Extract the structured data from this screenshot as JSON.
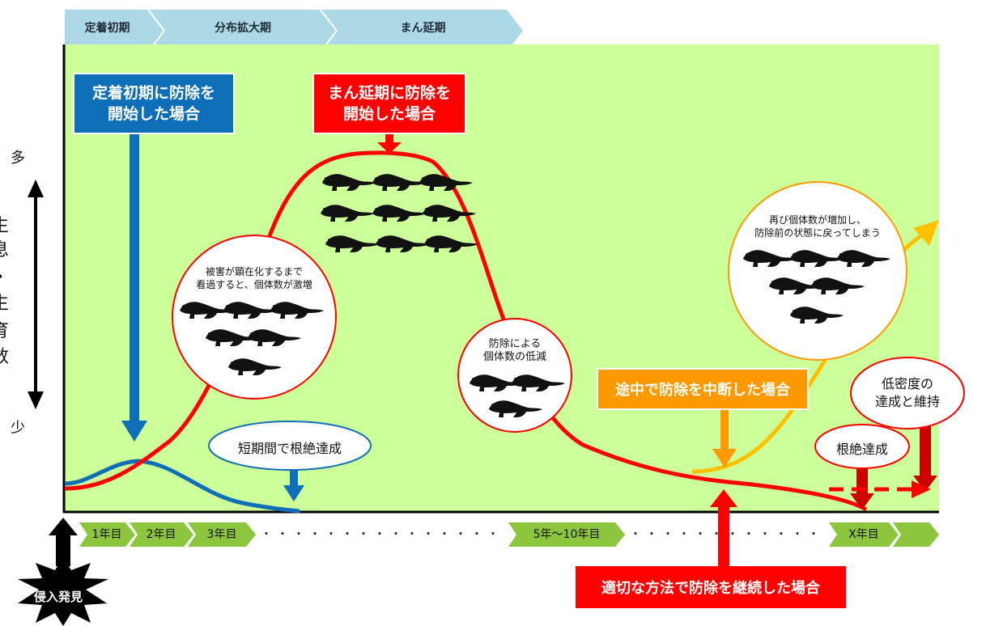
{
  "phases": [
    "定着初期",
    "分布拡大期",
    "まん延期"
  ],
  "y_axis": {
    "top_label": "多",
    "bottom_label": "少",
    "label_chars": [
      "生",
      "息",
      "・",
      "生",
      "育",
      "数"
    ]
  },
  "callouts": {
    "early_start": [
      "定着初期に防除を",
      "開始した場合"
    ],
    "peak_start": [
      "まん延期に防除を",
      "開始した場合"
    ],
    "interrupted": "途中で防除を中断した場合",
    "continued": "適切な方法で防除を継続した場合"
  },
  "circles": {
    "surge": [
      "被害が顕在化するまで",
      "看過すると、個体数が激増"
    ],
    "reduction": [
      "防除による",
      "個体数の低減"
    ],
    "rebound": [
      "再び個体数が増加し、",
      "防除前の状態に戻ってしまう"
    ]
  },
  "ovals": {
    "short_term": "短期間で根絶達成",
    "eradication": "根絶達成",
    "low_density": [
      "低密度の",
      "達成と維持"
    ]
  },
  "timeline": {
    "years": [
      "1年目",
      "2年目",
      "3年目",
      "5年～10年目",
      "X年目"
    ],
    "dots": "・・・・・・・・・・・・・・・・・・・・・・・・・・・・・・・・・・"
  },
  "burst": "侵入発見",
  "colors": {
    "plot_bg": "#ccff99",
    "phase_bar": "#add8e6",
    "blue": "#0e6eb8",
    "red": "#ff0000",
    "orange": "#ff9900",
    "yellow": "#ffc000",
    "timeline_green": "#8cc63f",
    "animal": "#111111"
  }
}
